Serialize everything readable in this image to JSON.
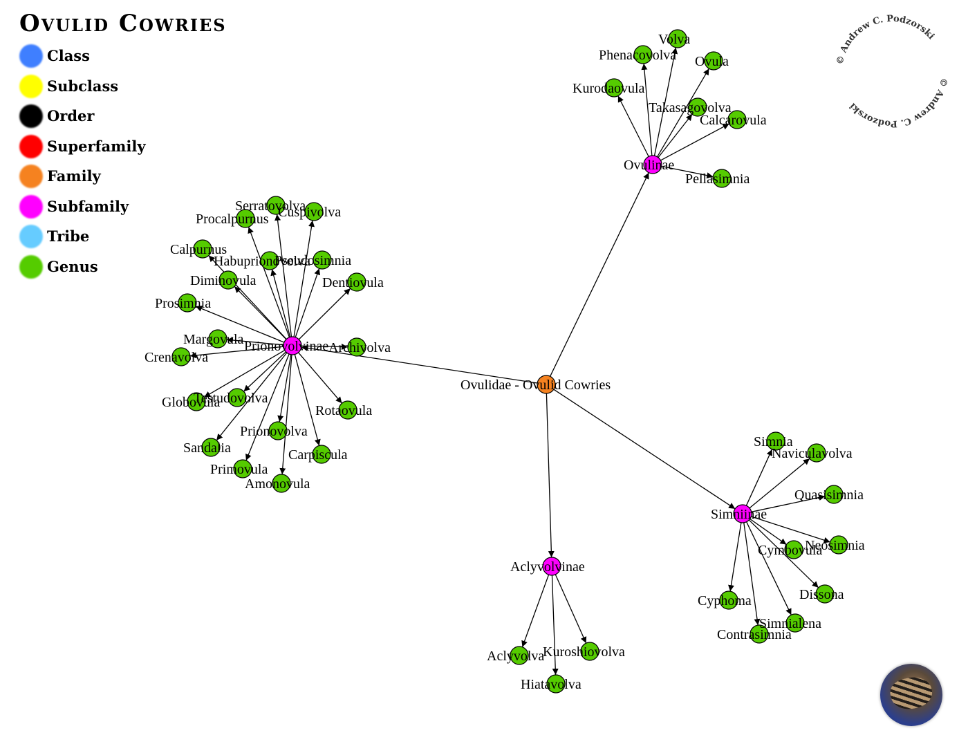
{
  "title": "Ovulid Cowries",
  "legend": [
    {
      "label": "Class",
      "color": "#3f7fff"
    },
    {
      "label": "Subclass",
      "color": "#ffff00"
    },
    {
      "label": "Order",
      "color": "#000000"
    },
    {
      "label": "Superfamily",
      "color": "#ff0000"
    },
    {
      "label": "Family",
      "color": "#f58220"
    },
    {
      "label": "Subfamily",
      "color": "#ff00ff"
    },
    {
      "label": "Tribe",
      "color": "#66ccff"
    },
    {
      "label": "Genus",
      "color": "#55cc00"
    }
  ],
  "copyright": "© Andrew C. Podzorski",
  "graph": {
    "family": {
      "label": "Ovulidae - Ovulid Cowries",
      "rank": "Family",
      "color": "#f58220"
    },
    "subfamilies": [
      {
        "label": "Ovulinae",
        "color": "#ff00ff",
        "genera": [
          "Volva",
          "Phenacovolva",
          "Ovula",
          "Kurodaovula",
          "Takasagovolva",
          "Calcarovula",
          "Pellasimnia"
        ]
      },
      {
        "label": "Prionovolvinae",
        "color": "#ff00ff",
        "genera": [
          "Serratovolva",
          "Cuspivolva",
          "Procalpurnus",
          "Calpurnus",
          "Habuprionovolva",
          "Pseudosimnia",
          "Diminovula",
          "Dentiovula",
          "Prosimnia",
          "Margovula",
          "Archivolva",
          "Crenavolva",
          "Globovula",
          "Testudovolva",
          "Rotaovula",
          "Prionovolva",
          "Sandalia",
          "Carpiscula",
          "Primovula",
          "Amonovula"
        ]
      },
      {
        "label": "Simniinae",
        "color": "#ff00ff",
        "genera": [
          "Simnia",
          "Naviculavolva",
          "Quasisimnia",
          "Neosimnia",
          "Cymbovula",
          "Dissona",
          "Cyphoma",
          "Simnialena",
          "Contrasimnia"
        ]
      },
      {
        "label": "Aclyvolvinae",
        "color": "#ff00ff",
        "genera": [
          "Aclyvolva",
          "Kuroshiovolva",
          "Hiatavolva"
        ]
      }
    ],
    "genus_color": "#55cc00"
  }
}
